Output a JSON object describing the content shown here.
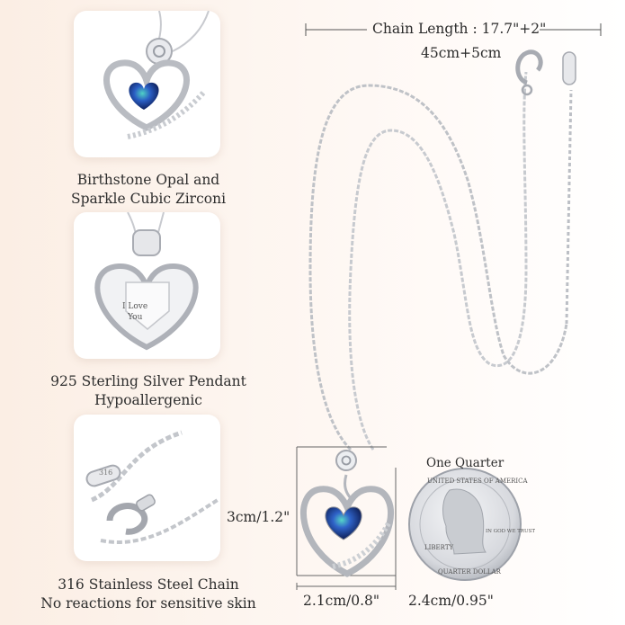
{
  "features": [
    {
      "line1": "Birthstone Opal and",
      "line2": "Sparkle Cubic Zirconi"
    },
    {
      "line1": "925 Sterling Silver  Pendant",
      "line2": "Hypoallergenic"
    },
    {
      "line1": "316 Stainless Steel Chain",
      "line2": "No reactions for sensitive skin"
    }
  ],
  "pendant_engraving": {
    "line1": "I Love",
    "line2": "You"
  },
  "chain_tag": "316",
  "chain_length": {
    "label": "Chain Length : 17.7\"+2\"",
    "metric": "45cm+5cm"
  },
  "pendant_height": "3cm/1.2\"",
  "pendant_width": "2.1cm/0.8\"",
  "coin": {
    "title": "One Quarter",
    "size": "2.4cm/0.95\"",
    "top_text": "UNITED STATES OF AMERICA",
    "liberty": "LIBERTY",
    "motto": "IN GOD WE TRUST",
    "bottom_text": "QUARTER DOLLAR"
  },
  "colors": {
    "background": "#fdf3ec",
    "silver": "#b9bcc2",
    "opal": "#1d4fa8",
    "text": "#2b2b2b"
  }
}
